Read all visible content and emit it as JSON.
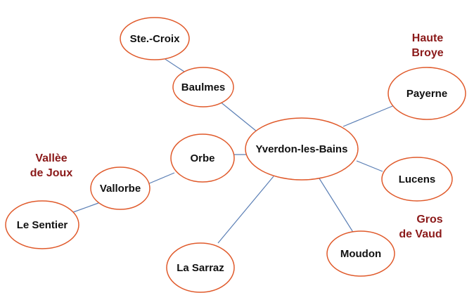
{
  "colors": {
    "node_stroke": "#e05a2b",
    "edge": "#5b7fb5",
    "region_text": "#8b1a1a",
    "node_text": "#111111"
  },
  "nodes": {
    "yverdon": "Yverdon-les-Bains",
    "ste_croix": "Ste.-Croix",
    "baulmes": "Baulmes",
    "payerne": "Payerne",
    "orbe": "Orbe",
    "lucens": "Lucens",
    "vallorbe": "Vallorbe",
    "le_sentier": "Le Sentier",
    "moudon": "Moudon",
    "la_sarraz": "La Sarraz"
  },
  "regions": {
    "haute_broye": [
      "Haute",
      "Broye"
    ],
    "vallee_de_joux": [
      "Vallèe",
      "de Joux"
    ],
    "gros_de_vaud": [
      "Gros",
      "de Vaud"
    ]
  }
}
